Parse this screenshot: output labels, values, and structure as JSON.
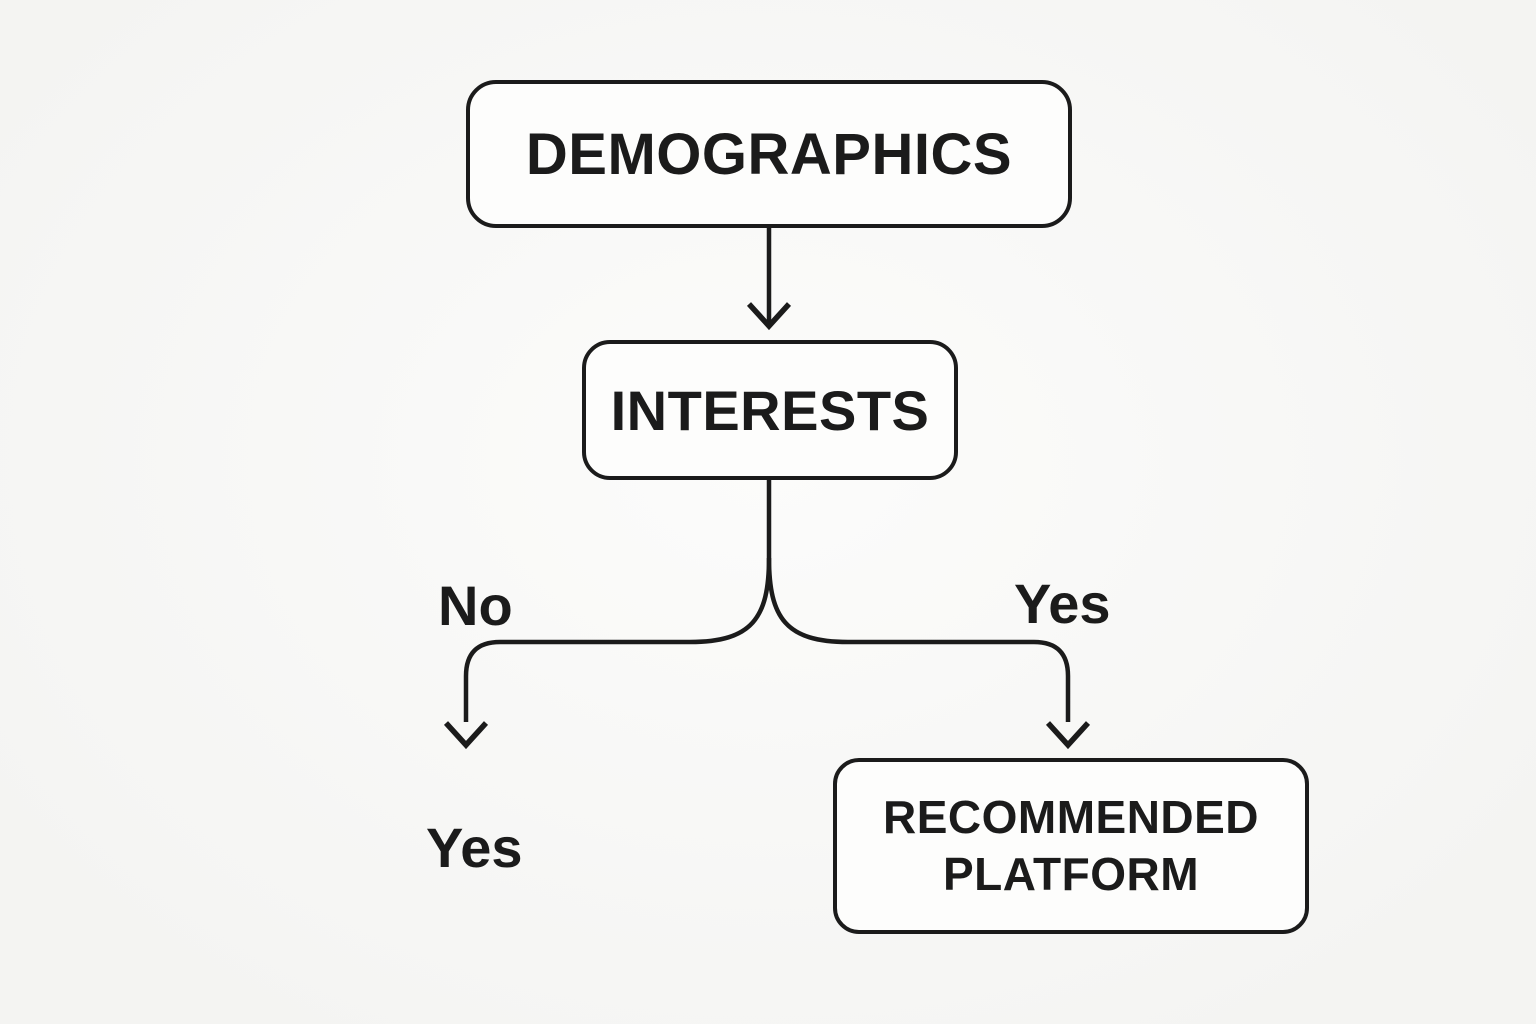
{
  "canvas": {
    "background_color": "#f8f8f6",
    "line_color": "#1b1b1b",
    "box_fill_color": "#fdfdfc"
  },
  "diagram": {
    "type": "flowchart",
    "nodes": [
      {
        "id": "demographics",
        "label": "DEMOGRAPHICS"
      },
      {
        "id": "interests",
        "label": "INTERESTS"
      },
      {
        "id": "recommended-platform",
        "label": "RECOMMENDED PLATFORM"
      }
    ],
    "edges": [
      {
        "from": "demographics",
        "to": "interests",
        "label": ""
      },
      {
        "from": "interests",
        "to": "leaf-yes",
        "label": "No"
      },
      {
        "from": "interests",
        "to": "recommended-platform",
        "label": "Yes"
      }
    ],
    "edge_labels": {
      "no": "No",
      "yes": "Yes"
    },
    "leaf_labels": {
      "yes": "Yes"
    }
  }
}
